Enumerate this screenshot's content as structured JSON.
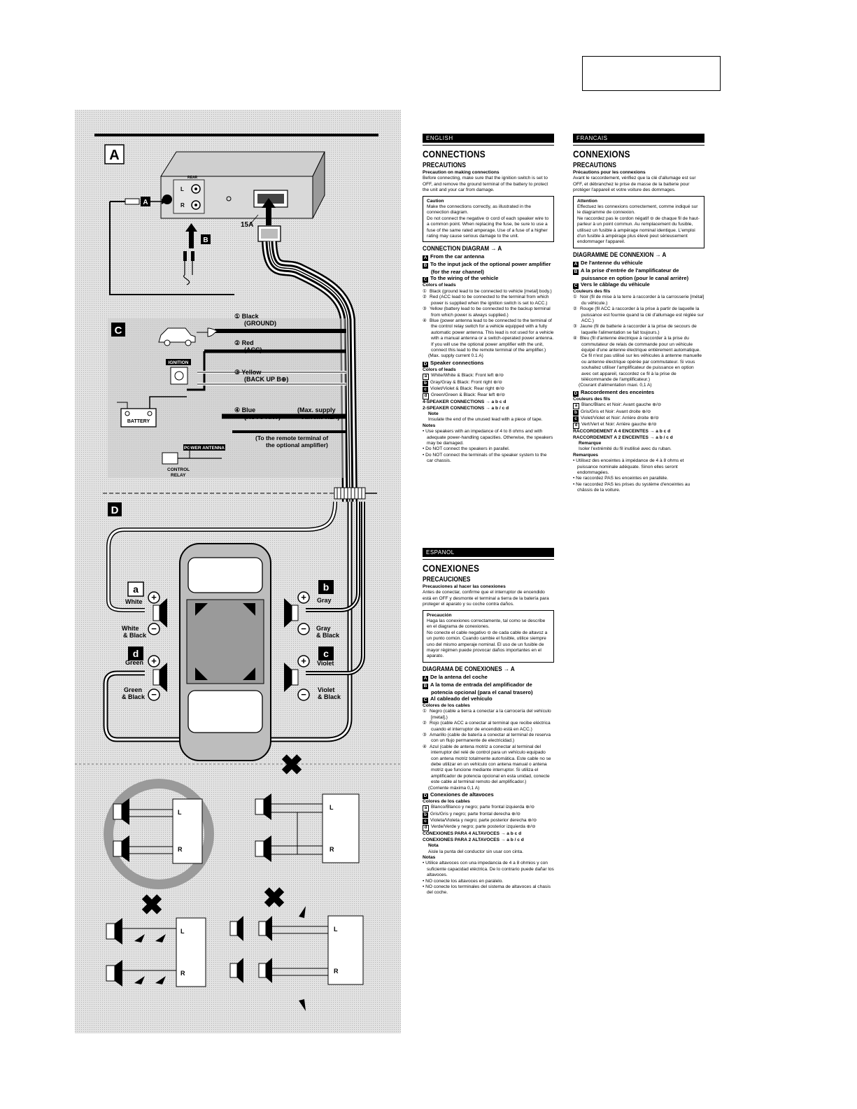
{
  "diagram": {
    "section_a": "A",
    "section_c": "C",
    "section_d": "D",
    "marker_a": "A",
    "marker_b": "B",
    "rear_label": "REAR",
    "l_label": "L",
    "r_label": "R",
    "fuse_label": "15A",
    "lead1_name": "① Black",
    "lead1_sub": "(GROUND)",
    "lead2_name": "② Red",
    "lead2_sub": "(ACC)",
    "lead3_name": "③ Yellow",
    "lead3_sub": "(BACK UP B⊕)",
    "lead4_name": "④ Blue",
    "lead4_sub": "(AUTO ANT)",
    "lead4_max1": "(Max. supply",
    "lead4_max2": "current 0.1A)",
    "remote1": "(To the remote terminal of",
    "remote2": "the optional amplifier)",
    "ignition": "IGNITION",
    "battery": "BATTERY",
    "power_antenna": "POWER ANTENNA",
    "control": "CONTROL",
    "relay": "RELAY",
    "spk_a": "a",
    "spk_b": "b",
    "spk_c": "c",
    "spk_d": "d",
    "white": "White",
    "white_black1": "White",
    "white_black2": "& Black",
    "gray": "Gray",
    "gray_black1": "Gray",
    "gray_black2": "& Black",
    "green": "Green",
    "green_black1": "Green",
    "green_black2": "& Black",
    "violet": "Violet",
    "violet_black1": "Violet",
    "violet_black2": "& Black",
    "plus": "+",
    "minus": "−"
  },
  "english": {
    "lang": "ENGLISH",
    "title": "CONNECTIONS",
    "precautions": "PRECAUTIONS",
    "precaution_head": "Precaution on making connections",
    "precaution_text": "Before connecting, make sure that the ignition switch is set to OFF, and remove the ground terminal of the battery to protect the unit and your car from damage.",
    "caution_head": "Caution",
    "caution_1": "Make the connections correctly, as illustrated in the connection diagram.",
    "caution_2": "Do not connect the negative ⊖ cord of each speaker wire to a common point. When replacing the fuse, be sure to use a fuse of the same rated amperage. Use of a fuse of a higher rating may cause serious damage to the unit.",
    "diagram_head": "CONNECTION DIAGRAM → A",
    "a_item": "From the car antenna",
    "b_item": "To the input jack of the optional power amplifier (for the rear channel)",
    "c_item": "To the wiring of the vehicle",
    "colors_head": "Colors of leads",
    "c1": "Black (ground lead to be connected to vehicle [metal] body.)",
    "c2": "Red (ACC lead to be connected to the terminal from which power is supplied when the ignition switch is set to ACC.)",
    "c3": "Yellow (battery lead to be connected to the backup terminal from which power is always supplied.)",
    "c4": "Blue (power antenna lead to be connected to the terminal of the control relay switch for a vehicle equipped with a fully automatic power antenna. This lead is not used for a vehicle with a manual antenna or a switch-operated power antenna. If you will use the optional power amplifier with the unit, connect this lead to the remote terminal of the amplifier.)",
    "c4_max": "(Max. supply current 0.1 A)",
    "d_item": "Speaker connections",
    "colors_head2": "Colors of leads",
    "s1": "White/White & Black: Front left ⊕/⊖",
    "s2": "Gray/Gray & Black: Front right ⊕/⊖",
    "s3": "Violet/Violet & Black: Rear right ⊕/⊖",
    "s4": "Green/Green & Black: Rear left ⊕/⊖",
    "four_spk": "4-SPEAKER CONNECTIONS → a b c d",
    "two_spk": "2-SPEAKER CONNECTIONS → a b / c d",
    "note_head": "Note",
    "note_text": "Insulate the end of the unused lead with a piece of tape.",
    "notes_head": "Notes",
    "n1": "• Use speakers with an impedance of 4 to 8 ohms and with adequate power-handling capacities. Otherwise, the speakers may be damaged.",
    "n2": "• Do NOT connect the speakers in parallel.",
    "n3": "• Do NOT connect the terminals of the speaker system to the car chassis."
  },
  "francais": {
    "lang": "FRANCAIS",
    "title": "CONNEXIONS",
    "precautions": "PRECAUTIONS",
    "precaution_head": "Précautions pour les connexions",
    "precaution_text": "Avant le raccordement, vérifiez que la clé d'allumage est sur OFF, et débranchez le prise de masse de la batterie pour protéger l'appareil et votre voiture des dommages.",
    "caution_head": "Attention",
    "caution_1": "Effectuez les connexions correctement, comme indiqué sur le diagramme de connexion.",
    "caution_2": "Ne raccordez pas le cordon négatif ⊖ de chaque fil de haut-parleur à un point commun. Au remplacement du fusible, utilisez un fusible à ampérage nominal identique. L'emploi d'un fusible à ampérage plus élevé peut sérieusement endommager l'appareil.",
    "diagram_head": "DIAGRAMME DE CONNEXION → A",
    "a_item": "De l'antenne du véhicule",
    "b_item": "A la prise d'entrée de l'amplificateur de puissance en option (pour le canal arrière)",
    "c_item": "Vers le câblage du véhicule",
    "colors_head": "Couleurs des fils",
    "c1": "Noir (fil de mise à la terre à raccorder à la carrosserie [métal] du véhicule.)",
    "c2": "Rouge (fil ACC à raccorder à la prise à partir de laquelle la puissance est fournie quand la clé d'allumage est réglée sur ACC.)",
    "c3": "Jaune (fil de batterie à raccorder à la prise de secours de laquelle l'alimentation se fait toujours.)",
    "c4": "Bleu (fil d'antenne électrique à raccorder à la prise du commutateur de relais de commande pour un véhicule équipé d'une antenne électrique entièrement automatique. Ce fil n'est pas utilisé sur les véhicules à antenne manuelle ou antenne électrique opérée par commutateur. Si vous souhaitez utiliser l'amplificateur de puissance en option avec cet appareil, raccordez ce fil à la prise de télécommande de l'amplificateur.)",
    "c4_max": "(Courant d'alimentation maxi. 0,1 A)",
    "d_item": "Raccordement des enceintes",
    "colors_head2": "Couleurs des fils",
    "s1": "Blanc/Blanc et Noir: Avant gauche ⊕/⊖",
    "s2": "Gris/Gris et Noir: Avant droite ⊕/⊖",
    "s3": "Violet/Violet et Noir: Arrière droite ⊕/⊖",
    "s4": "Vert/Vert et Noir: Arrière gauche ⊕/⊖",
    "four_spk": "RACCORDEMENT A 4 ENCEINTES → a b c d",
    "two_spk": "RACCORDEMENT A 2 ENCEINTES → a b / c d",
    "note_head": "Remarque",
    "note_text": "Isoler l'extrémité du fil inutilisé avec du ruban.",
    "notes_head": "Remarques",
    "n1": "• Utilisez des enceintes à impédance de 4 à 8 ohms et puissance nominale adéquate. Sinon elles seront endommagées.",
    "n2": "• Ne raccordez PAS les enceintes en parallèle.",
    "n3": "• Ne raccordez PAS les prises du système d'enceintes au châssis de la voiture."
  },
  "espanol": {
    "lang": "ESPANOL",
    "title": "CONEXIONES",
    "precautions": "PRECAUCIONES",
    "precaution_head": "Precauciones al hacer las conexiones",
    "precaution_text": "Antes de conectar, confirme que el interruptor de encendido está en OFF y desmonte el terminal a tierra de la batería para proteger el aparato y su coche contra daños.",
    "caution_head": "Precaución",
    "caution_1": "Haga las conexiones correctamente, tal como se describe en el diagrama de conexiones.",
    "caution_2": "No conecte el cable negativo ⊖ de cada cable de altavoz a un punto común. Cuando cambie el fusible, utilice siempre uno del mismo amperaje nominal. El uso de un fusible de mayor régimen puede provocar daños importantes en el aparato.",
    "diagram_head": "DIAGRAMA DE CONEXIONES → A",
    "a_item": "De la antena del coche",
    "b_item": "A la toma de entrada del amplificador de potencia opcional (para el canal trasero)",
    "c_item": "Al cableado del vehículo",
    "colors_head": "Colores de los cables",
    "c1": "Negro (cable a tierra a conectar a la carrocería del vehículo [metal].)",
    "c2": "Rojo (cable ACC a conectar al terminal que recibe eléctrica cuando el interruptor de encendido está en ACC.)",
    "c3": "Amarillo (cable de batería a conectar al terminal de reserva con un flujo permanente de electricidad.)",
    "c4": "Azul (cable de antena motriz a conectar al terminal del interruptor del relé de control para un vehículo equipado con antena motriz totalmente automática. Este cable no se debe utilizar en un vehículo con antena manual o antena motriz que funcione mediante interruptor. Si utiliza el amplificador de potencia opcional en esta unidad, conecte este cable al terminal remoto del amplificador.)",
    "c4_max": "(Corriente máxima 0,1 A)",
    "d_item": "Conexiones de altavoces",
    "colors_head2": "Colores de los cables",
    "s1": "Blanco/Blanco y negro; parte frontal izquierda ⊕/⊖",
    "s2": "Gris/Gris y negro; parte frontal derecha ⊕/⊖",
    "s3": "Violeta/Violeta y negro; parte posterior derecha ⊕/⊖",
    "s4": "Verde/Verde y negro; parte posterior izquierda ⊕/⊖",
    "four_spk": "CONEXIONES PARA 4 ALTAVOCES → a b c d",
    "two_spk": "CONEXIONES PARA 2 ALTAVOCES → a b / c d",
    "note_head": "Nota",
    "note_text": "Aisle la punta del conductor sin usar con cinta.",
    "notes_head": "Notas",
    "n1": "• Utilice altavoces con una impedancia de 4 a 8 ohmios y con suficiente capacidad eléctrica. De lo contrario puede dañar los altavoces.",
    "n2": "• NO conecte los altavoces en paralelo.",
    "n3": "• NO conecte los terminales del sistema de altavoces al chasis del coche."
  }
}
